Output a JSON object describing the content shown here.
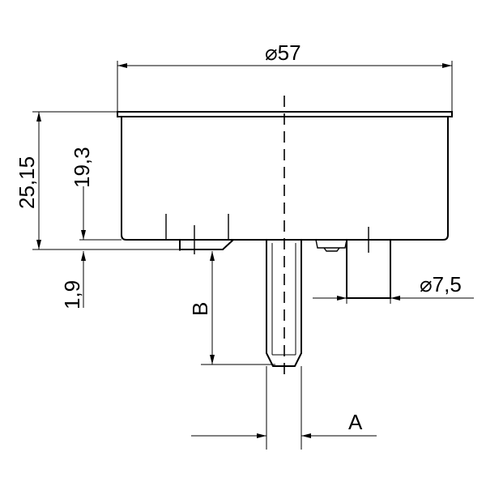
{
  "dimensions": {
    "overall_diameter": "⌀57",
    "total_height": "25,15",
    "body_height": "19,3",
    "lower_offset": "1,9",
    "pin_diameter": "⌀7,5",
    "shaft_length_label": "B",
    "shaft_diameter_label": "A"
  }
}
